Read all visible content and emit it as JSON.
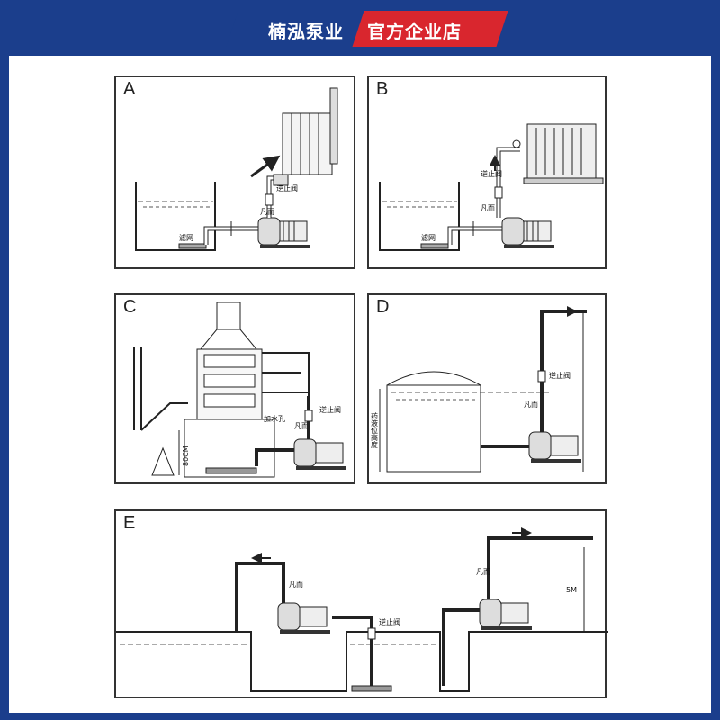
{
  "banner": {
    "brand": "楠泓泵业",
    "store": "官方企业店",
    "left_color": "#1b3e8c",
    "right_color": "#d9262e"
  },
  "panels": {
    "A": {
      "letter": "A",
      "labels": {
        "filter": "滤网",
        "check_valve": "逆止阀",
        "valve": "凡而"
      }
    },
    "B": {
      "letter": "B",
      "labels": {
        "filter": "滤网",
        "check_valve": "逆止阀",
        "valve": "凡而"
      }
    },
    "C": {
      "letter": "C",
      "labels": {
        "fill_hole": "加水孔",
        "height": "80CM",
        "check_valve": "逆止阀",
        "valve": "凡而"
      }
    },
    "D": {
      "letter": "D",
      "labels": {
        "liquid_level": "药液位高度",
        "check_valve": "逆止阀",
        "valve": "凡而"
      }
    },
    "E": {
      "letter": "E",
      "labels": {
        "valve_left": "凡而",
        "valve_right": "凡而",
        "check_valve": "逆止阀",
        "height": "5M"
      }
    }
  }
}
